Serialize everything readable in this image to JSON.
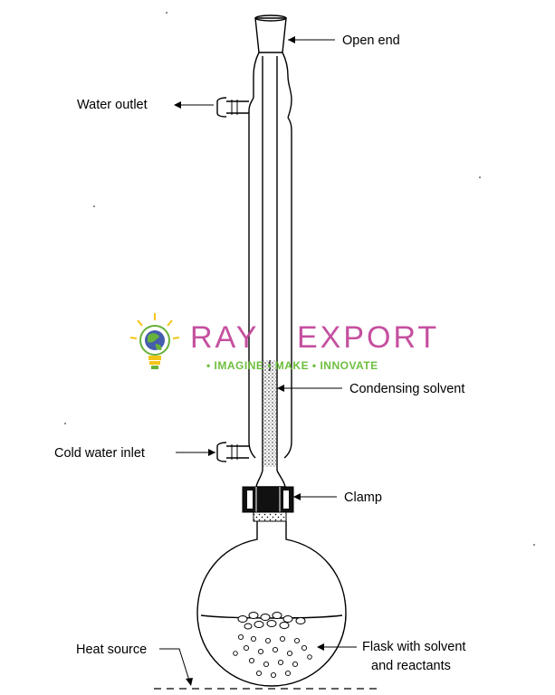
{
  "labels": {
    "open_end": "Open end",
    "water_outlet": "Water outlet",
    "condensing_solvent": "Condensing solvent",
    "cold_water_inlet": "Cold water inlet",
    "clamp": "Clamp",
    "heat_source": "Heat source",
    "flask_line1": "Flask with solvent",
    "flask_line2": "and reactants"
  },
  "watermark": {
    "brand": "RAY EXPORT",
    "brand_part1": "RAY",
    "brand_part2": "EXPORT",
    "tagline": "• IMAGINE • MAKE • INNOVATE",
    "colors": {
      "brand_text": "#c2479a",
      "tagline_text": "#66bb33",
      "bulb_globe": "#3a55a8",
      "bulb_leaf": "#5fae2f",
      "bulb_rays": "#f4c20d"
    }
  },
  "icons": [
    "light-bulb-globe-logo-icon"
  ]
}
